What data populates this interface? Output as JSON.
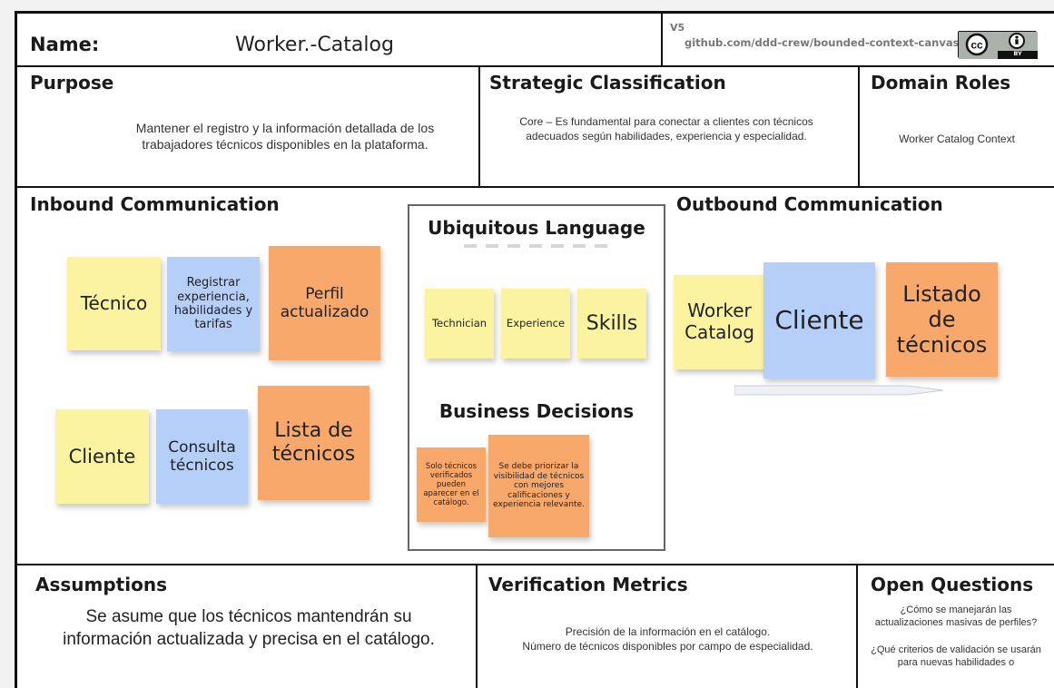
{
  "header": {
    "name_label": "Name:",
    "name_value": "Worker.-Catalog",
    "version": "V5",
    "link": "github.com/ddd-crew/bounded-context-canvas",
    "license_badge": {
      "icons": [
        "creative-commons-icon",
        "attribution-icon"
      ],
      "label": "BY"
    }
  },
  "purpose": {
    "title": "Purpose",
    "text": "Mantener el registro y la información detallada de los trabajadores técnicos disponibles en la plataforma."
  },
  "strategic": {
    "title": "Strategic Classification",
    "text": "Core – Es fundamental para conectar a clientes con técnicos adecuados según habilidades, experiencia y especialidad."
  },
  "domain_roles": {
    "title": "Domain Roles",
    "text": "Worker Catalog Context"
  },
  "inbound": {
    "title": "Inbound Communication",
    "notes": [
      {
        "text": "Técnico",
        "color": "#fbf3a0"
      },
      {
        "text": "Registrar experiencia, habilidades y tarifas",
        "color": "#b5cff8"
      },
      {
        "text": "Perfil actualizado",
        "color": "#f9a86b"
      },
      {
        "text": "Cliente",
        "color": "#fbf3a0"
      },
      {
        "text": "Consulta técnicos",
        "color": "#b5cff8"
      },
      {
        "text": "Lista de técnicos",
        "color": "#f9a86b"
      }
    ]
  },
  "ubiquitous": {
    "title": "Ubiquitous Language",
    "terms": [
      "Technician",
      "Experience",
      "Skills"
    ]
  },
  "business": {
    "title": "Business Decisions",
    "notes": [
      "Solo técnicos verificados pueden aparecer en el catálogo.",
      "Se debe priorizar la visibilidad de técnicos con mejores calificaciones y experiencia relevante."
    ]
  },
  "outbound": {
    "title": "Outbound Communication",
    "notes": [
      {
        "text": "Worker Catalog",
        "color": "#fbf3a0"
      },
      {
        "text": "Cliente",
        "color": "#b5cff8"
      },
      {
        "text": "Listado de técnicos",
        "color": "#f9a86b"
      }
    ]
  },
  "assumptions": {
    "title": "Assumptions",
    "text": "Se asume que los técnicos mantendrán su información actualizada y precisa en el catálogo."
  },
  "metrics": {
    "title": "Verification Metrics",
    "lines": [
      "Precisión de la información en el catálogo.",
      "Número de técnicos disponibles por campo de especialidad."
    ]
  },
  "questions": {
    "title": "Open Questions",
    "lines": [
      "¿Cómo se manejarán las actualizaciones masivas de perfiles?",
      "¿Qué criterios de validación se usarán para nuevas habilidades o"
    ]
  }
}
